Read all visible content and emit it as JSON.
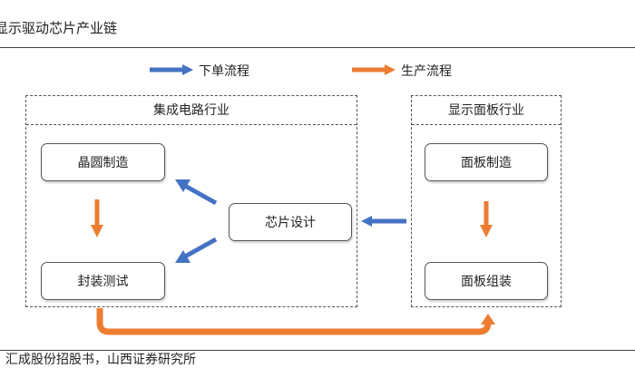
{
  "title": "显示驱动芯片产业链",
  "legend": {
    "design_flow": {
      "label": "下单流程",
      "color": "#4472C4"
    },
    "production_flow": {
      "label": "生产流程",
      "color": "#ED7D31"
    }
  },
  "groups": {
    "ic_industry": {
      "label": "集成电路行业"
    },
    "panel_industry": {
      "label": "显示面板行业"
    }
  },
  "nodes": {
    "wafer_fab": "晶圆制造",
    "packaging_test": "封装测试",
    "chip_design": "芯片设计",
    "panel_manufacturing": "面板制造",
    "panel_assembly": "面板组装"
  },
  "source": "：汇成股份招股书，山西证券研究所"
}
